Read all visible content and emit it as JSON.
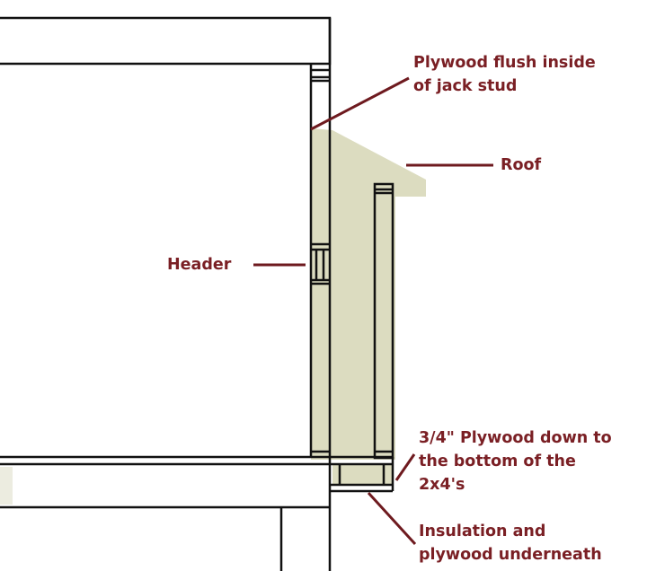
{
  "colors": {
    "plywood_fill": "#dcdcc0",
    "leader": "#6e1a1f",
    "line": "#111111"
  },
  "labels": {
    "plywood_flush": [
      "Plywood flush inside",
      "of jack stud"
    ],
    "roof": "Roof",
    "header": "Header",
    "plywood_down": [
      "3/4\" Plywood down to",
      "the bottom of the",
      "2x4's"
    ],
    "insulation": [
      "Insulation and",
      "plywood underneath"
    ]
  }
}
